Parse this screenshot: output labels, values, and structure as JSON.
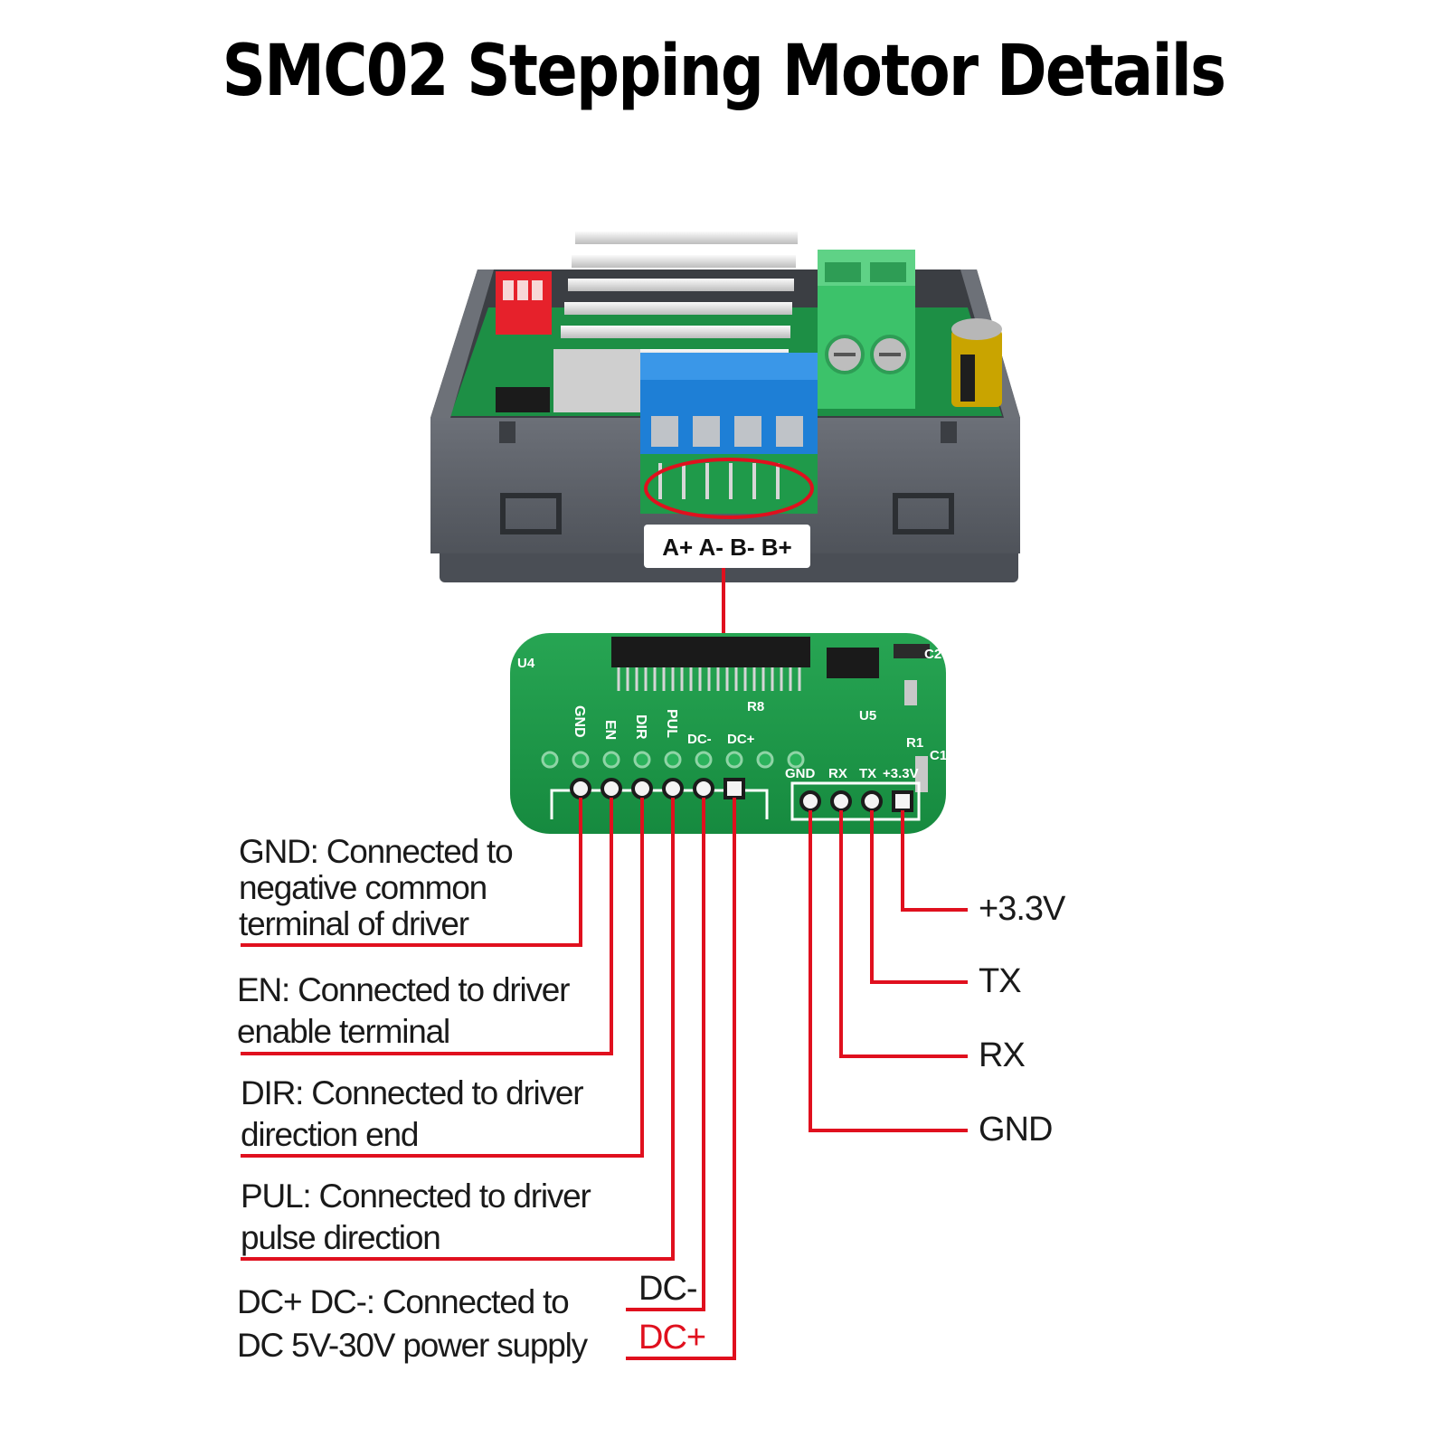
{
  "title": "SMC02 Stepping Motor Details",
  "motor_terminal_label": "A+ A- B- B+",
  "board": {
    "chip_labels": [
      "U4",
      "R8",
      "U5",
      "R1",
      "C1",
      "C2"
    ],
    "left_header_labels": [
      "GND",
      "EN",
      "DIR",
      "PUL",
      "DC-",
      "DC+"
    ],
    "right_header_labels": [
      "GND",
      "RX",
      "TX",
      "+3.3V"
    ]
  },
  "descriptions": {
    "gnd": [
      "GND: Connected to",
      "negative common",
      "terminal of driver"
    ],
    "en": [
      "EN: Connected to driver",
      "enable terminal"
    ],
    "dir": [
      "DIR: Connected to driver",
      "direction end"
    ],
    "pul": [
      "PUL: Connected to driver",
      "pulse direction"
    ],
    "dc": [
      "DC+ DC-: Connected to",
      "DC 5V-30V power supply"
    ]
  },
  "dc_minus_label": "DC-",
  "dc_plus_label": "DC+",
  "right_pins": {
    "v33": "+3.3V",
    "tx": "TX",
    "rx": "RX",
    "gnd": "GND"
  },
  "colors": {
    "leader_line": "#e0101e",
    "pcb_green": "#1f9a4a",
    "case_gray": "#5b5f66",
    "terminal_blue": "#1e7fd6",
    "terminal_green": "#3cc26a"
  }
}
